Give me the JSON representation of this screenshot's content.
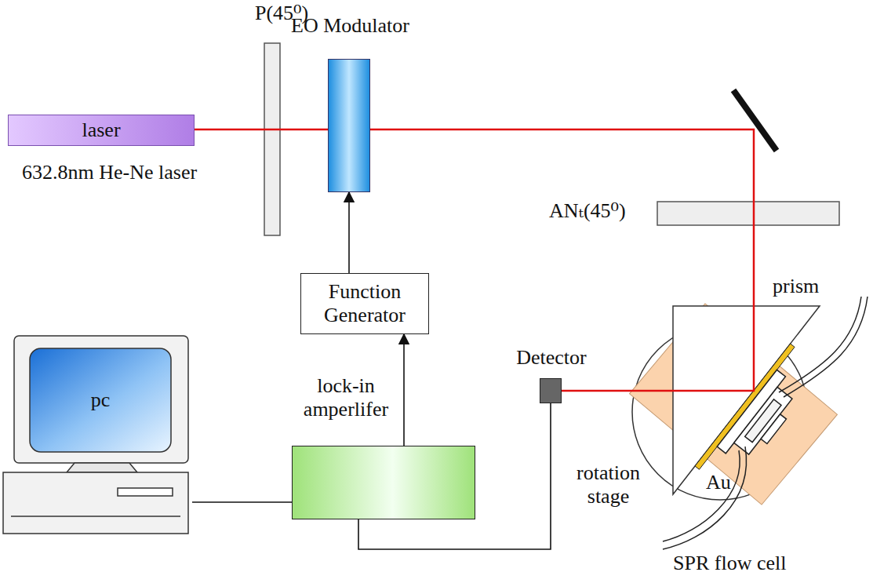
{
  "diagram": {
    "nodes": [
      {
        "text": [
          "laser"
        ]
      },
      {
        "text": [
          "EO Modulator"
        ]
      },
      {
        "text": [
          "Function Generator"
        ]
      },
      {
        "text": [
          "pc"
        ]
      },
      {
        "text": [
          "lock-in amperlifer"
        ]
      },
      {
        "text": [
          "Detector"
        ]
      }
    ],
    "edges": [
      {
        "from": 2,
        "to": 1,
        "arrow": "to"
      },
      {
        "from": 4,
        "to": 2,
        "arrow": "to"
      },
      {
        "from": 3,
        "to": 4,
        "arrow": "none"
      },
      {
        "from": 4,
        "to": 5,
        "arrow": "none"
      }
    ],
    "labels": [
      "632.8nm He-Ne laser",
      "P(45⁰)",
      "ANₜ(45⁰)",
      "prism",
      "Au",
      "rotation stage",
      "SPR flow cell"
    ]
  }
}
